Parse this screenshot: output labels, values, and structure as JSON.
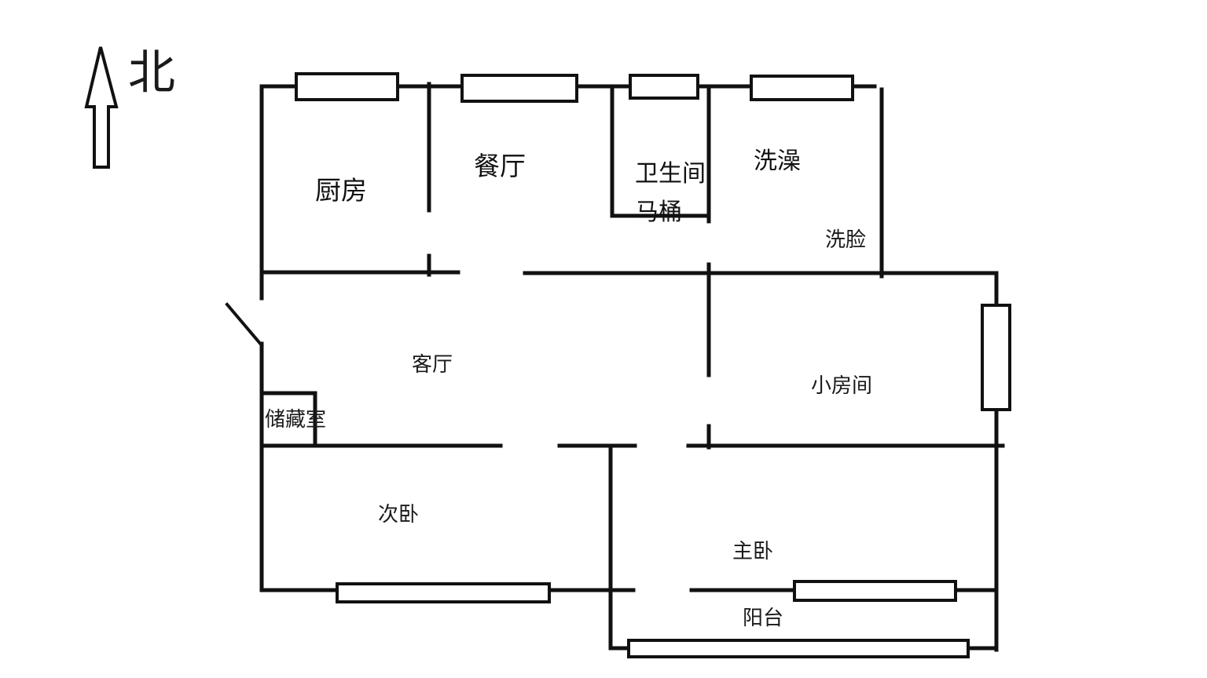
{
  "compass": {
    "label": "北",
    "icon": "north-arrow-icon"
  },
  "rooms": {
    "kitchen": "厨房",
    "dining": "餐厅",
    "toilet": "卫生间",
    "toilet_fixture": "马桶",
    "shower": "洗澡",
    "washbasin": "洗脸",
    "living": "客厅",
    "storage": "储藏室",
    "small_room": "小房间",
    "second_bedroom": "次卧",
    "master_bedroom": "主卧",
    "balcony": "阳台"
  },
  "colors": {
    "line": "#111111",
    "background": "#ffffff",
    "text": "#1a1a1a"
  }
}
